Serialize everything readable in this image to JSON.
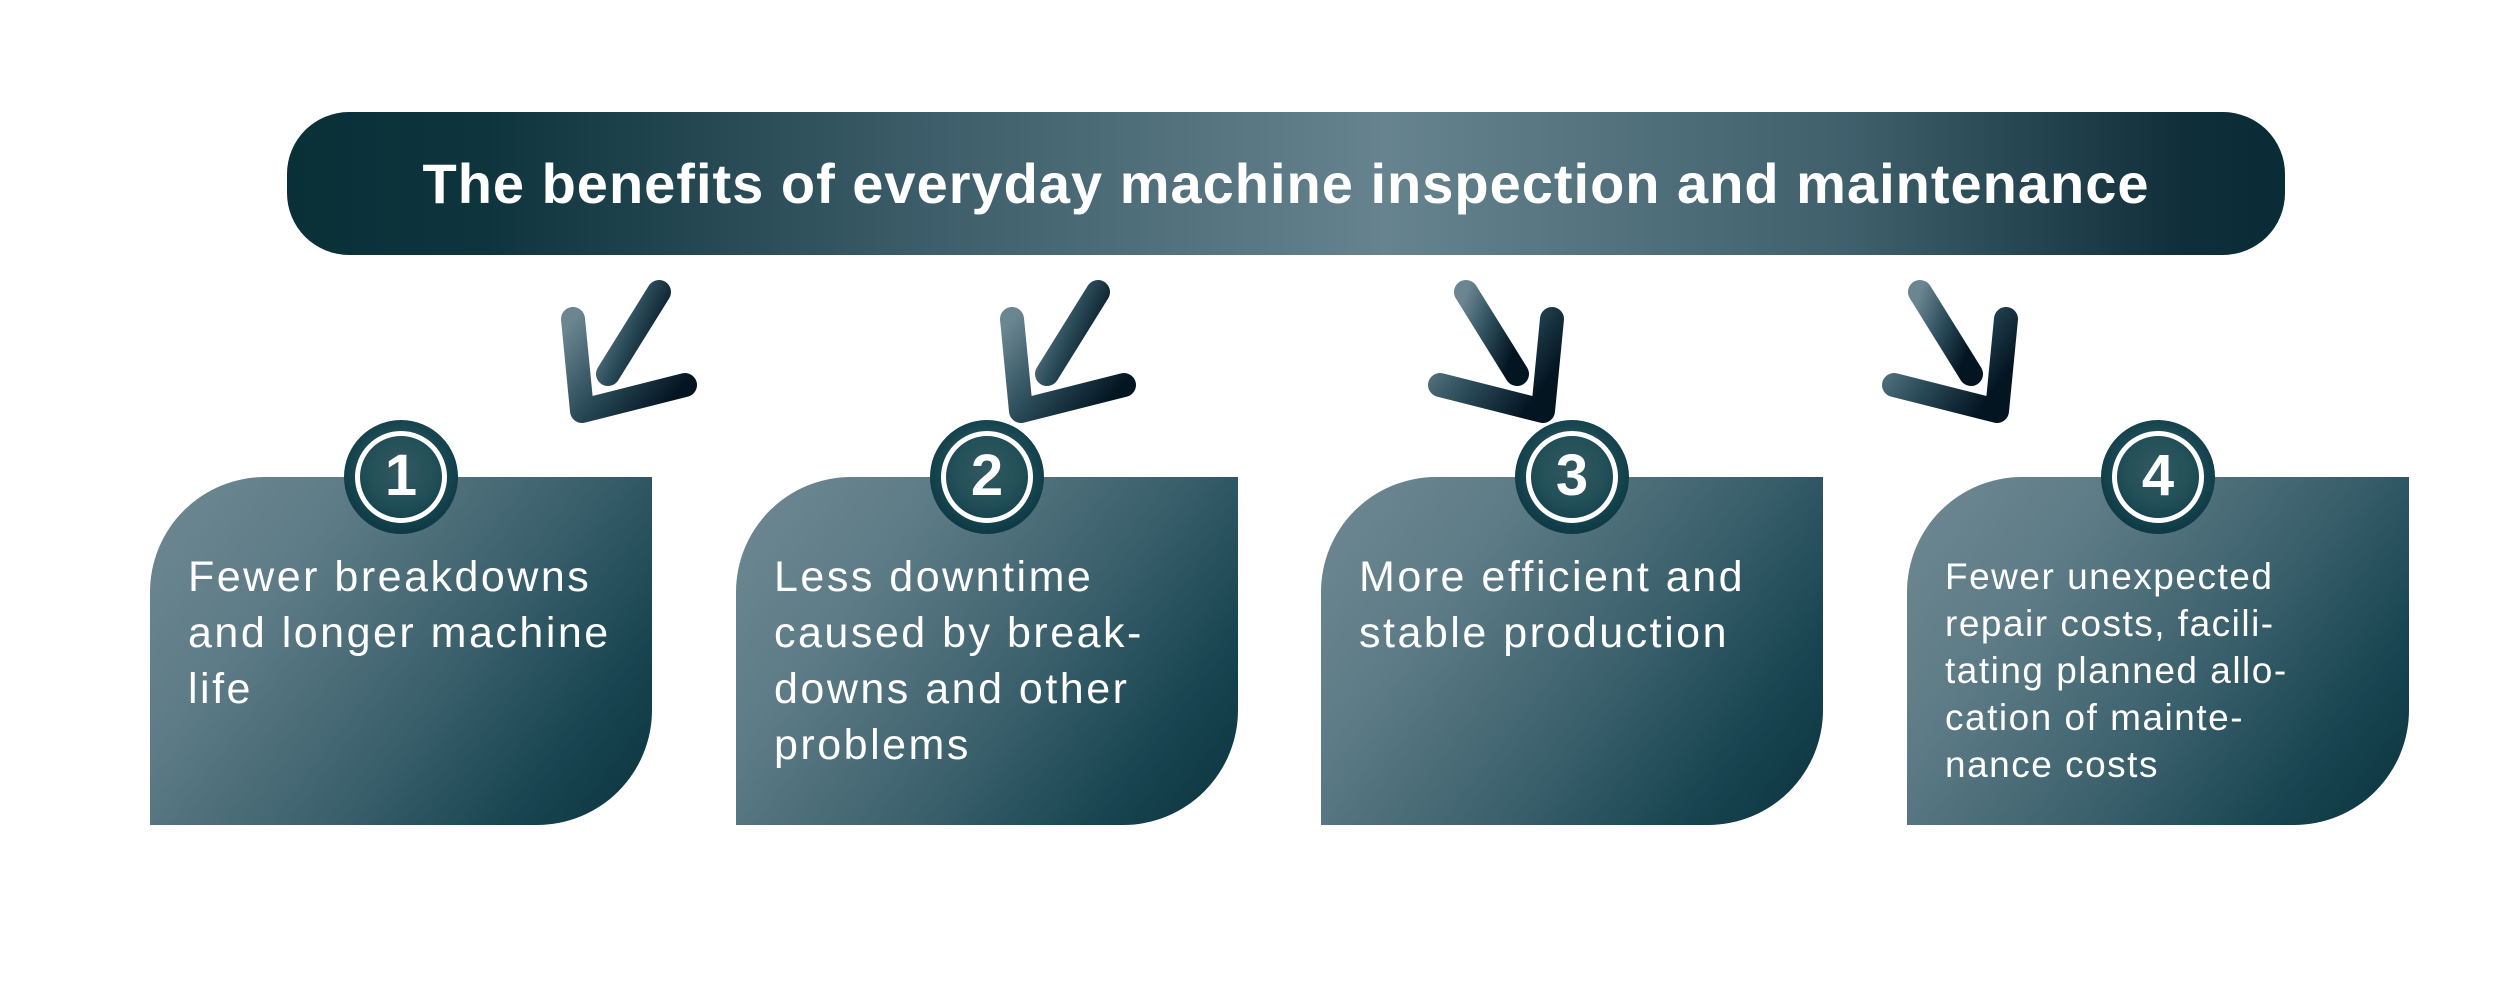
{
  "title": "The benefits of everyday machine inspection and maintenance",
  "benefits": [
    {
      "number": "1",
      "arrow": "down-left",
      "text": "Fewer breakdowns\nand longer machine\nlife"
    },
    {
      "number": "2",
      "arrow": "down-left",
      "text": "Less downtime\ncaused by break-\ndowns and other\nproblems"
    },
    {
      "number": "3",
      "arrow": "down-right",
      "text": "More efficient and\nstable production"
    },
    {
      "number": "4",
      "arrow": "down-right",
      "text": "Fewer unexpected\nrepair costs, facili-\ntating planned allo-\ncation of mainte-\nnance costs"
    }
  ],
  "colors": {
    "dark_teal": "#0a313c",
    "light_teal_gray": "#66838e",
    "box_gradient_light": "#6f8993",
    "box_gradient_dark": "#0b333e",
    "arrow_dark_navy": "#06host",
    "arrow_gradient_light": "#6b8691",
    "arrow_gradient_dark": "#041522",
    "text_white": "#ffffff"
  }
}
